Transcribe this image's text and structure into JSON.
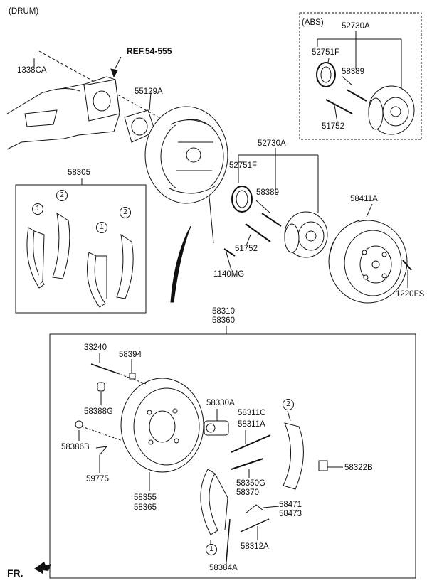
{
  "header": {
    "variant": "(DRUM)"
  },
  "abs_box": {
    "title": "(ABS)",
    "assembly": "52730A",
    "seal": "52751F",
    "stud": "58389",
    "bolt": "51752"
  },
  "top_parts": {
    "ref": "REF.54-555",
    "nut": "1338CA",
    "gasket": "55129A",
    "hub_assembly": "52730A",
    "seal": "52751F",
    "stud": "58389",
    "bolt": "51752",
    "bolt_b": "1140MG",
    "drum": "58411A",
    "screw": "1220FS"
  },
  "shoe_kit": {
    "number": "58305",
    "callout_1": "1",
    "callout_2": "2"
  },
  "brake_assembly": {
    "number_a": "58310",
    "number_b": "58360",
    "bleeder_screw": "33240",
    "bleeder_cap": "58394",
    "plug_a": "58388G",
    "plug_b": "58386B",
    "clip": "59775",
    "backing_plate_a": "58355",
    "backing_plate_b": "58365",
    "wheel_cylinder": "58330A",
    "adjuster_a": "58311C",
    "adjuster_b": "58311A",
    "adjuster_c": "58350G",
    "adjuster_d": "58370",
    "retainer": "58322B",
    "lever_a": "58471",
    "lever_b": "58473",
    "spring": "58312A",
    "hold_spring": "58384A",
    "callout_1": "1",
    "callout_2": "2"
  },
  "footer": {
    "direction": "FR."
  }
}
